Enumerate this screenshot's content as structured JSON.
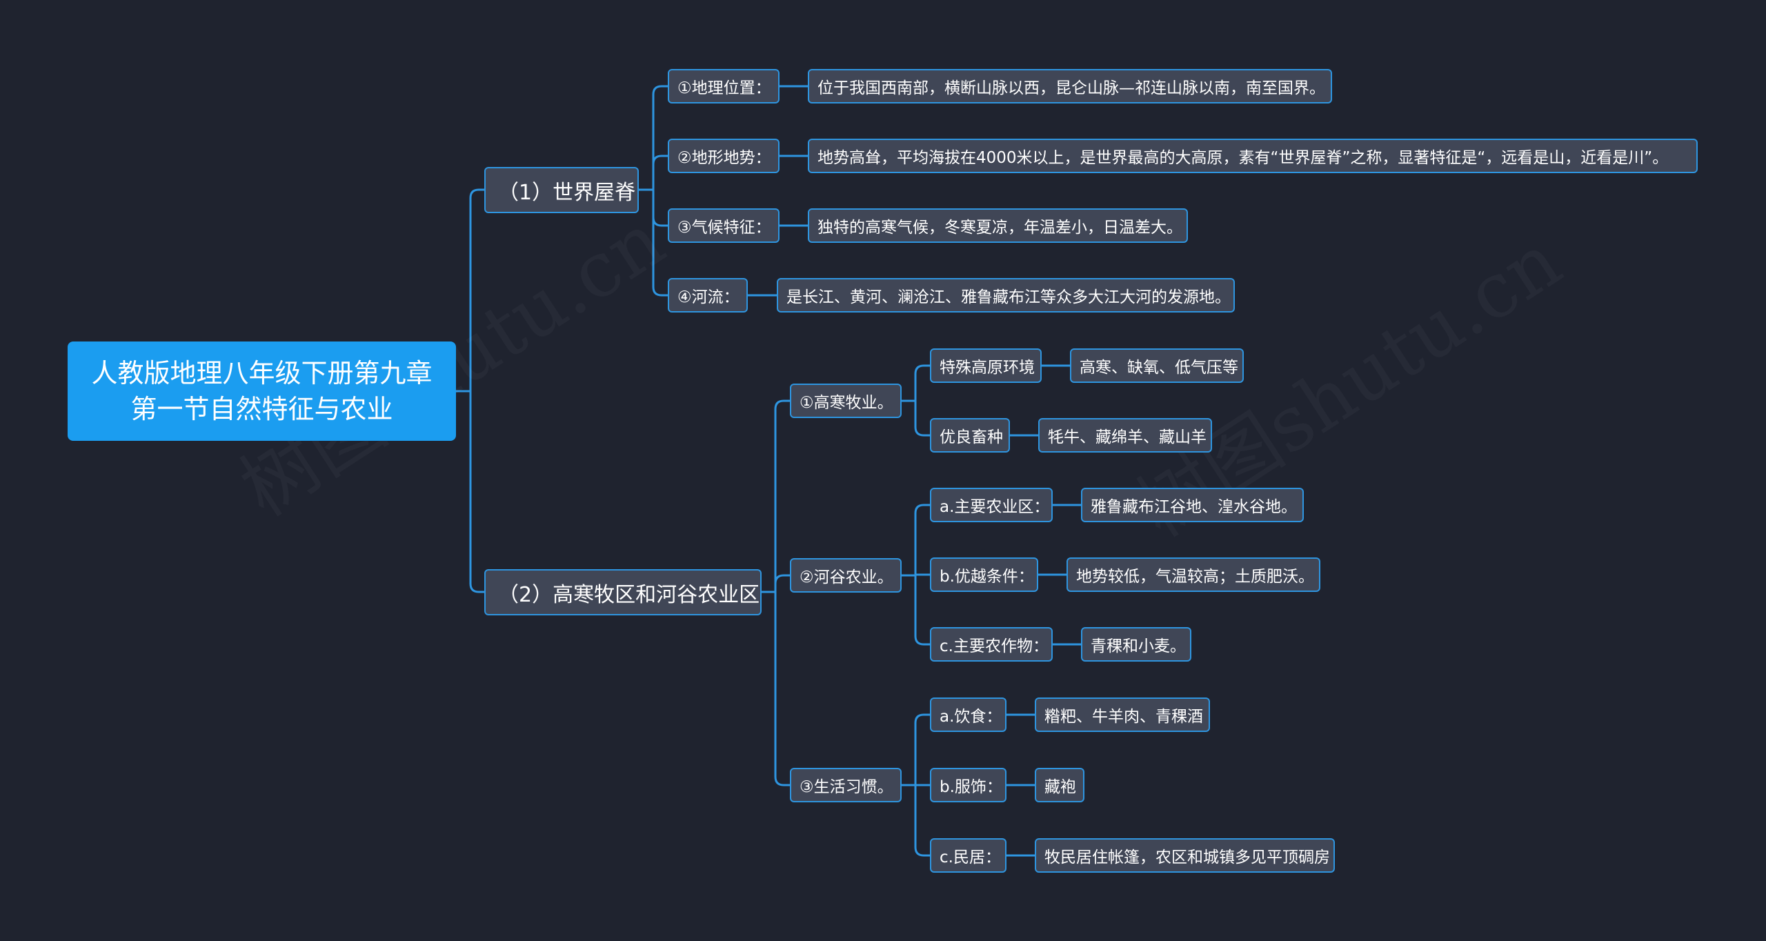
{
  "root": {
    "line1": "人教版地理八年级下册第九章",
    "line2": "第一节自然特征与农业"
  },
  "branch_world_roof": {
    "label": "（1）世界屋脊",
    "items": [
      {
        "label": "①地理位置：",
        "value": "位于我国西南部，横断山脉以西，昆仑山脉—祁连山脉以南，南至国界。"
      },
      {
        "label": "②地形地势：",
        "value": "地势高耸，平均海拔在4000米以上，是世界最高的大高原，素有“世界屋脊”之称，显著特征是“，远看是山，近看是川”。"
      },
      {
        "label": "③气候特征：",
        "value": "独特的高寒气候，冬寒夏凉，年温差小，日温差大。"
      },
      {
        "label": "④河流：",
        "value": "是长江、黄河、澜沧江、雅鲁藏布江等众多大江大河的发源地。"
      }
    ]
  },
  "branch_agri": {
    "label": "（2）高寒牧区和河谷农业区",
    "herding": {
      "label": "①高寒牧业。",
      "items": [
        {
          "label": "特殊高原环境",
          "value": "高寒、缺氧、低气压等"
        },
        {
          "label": "优良畜种",
          "value": "牦牛、藏绵羊、藏山羊"
        }
      ]
    },
    "valley": {
      "label": "②河谷农业。",
      "items": [
        {
          "label": "a.主要农业区：",
          "value": "雅鲁藏布江谷地、湟水谷地。"
        },
        {
          "label": "b.优越条件：",
          "value": "地势较低，气温较高；土质肥沃。"
        },
        {
          "label": "c.主要农作物：",
          "value": "青稞和小麦。"
        }
      ]
    },
    "habits": {
      "label": "③生活习惯。",
      "items": [
        {
          "label": "a.饮食：",
          "value": "糌粑、牛羊肉、青稞酒"
        },
        {
          "label": "b.服饰：",
          "value": "藏袍"
        },
        {
          "label": "c.民居：",
          "value": "牧民居住帐篷，农区和城镇多见平顶碉房"
        }
      ]
    }
  },
  "watermark": "树图shutu.cn",
  "colors": {
    "background": "#1f232f",
    "root": "#1b9df0",
    "node": "#404656",
    "line": "#2e95e0"
  }
}
